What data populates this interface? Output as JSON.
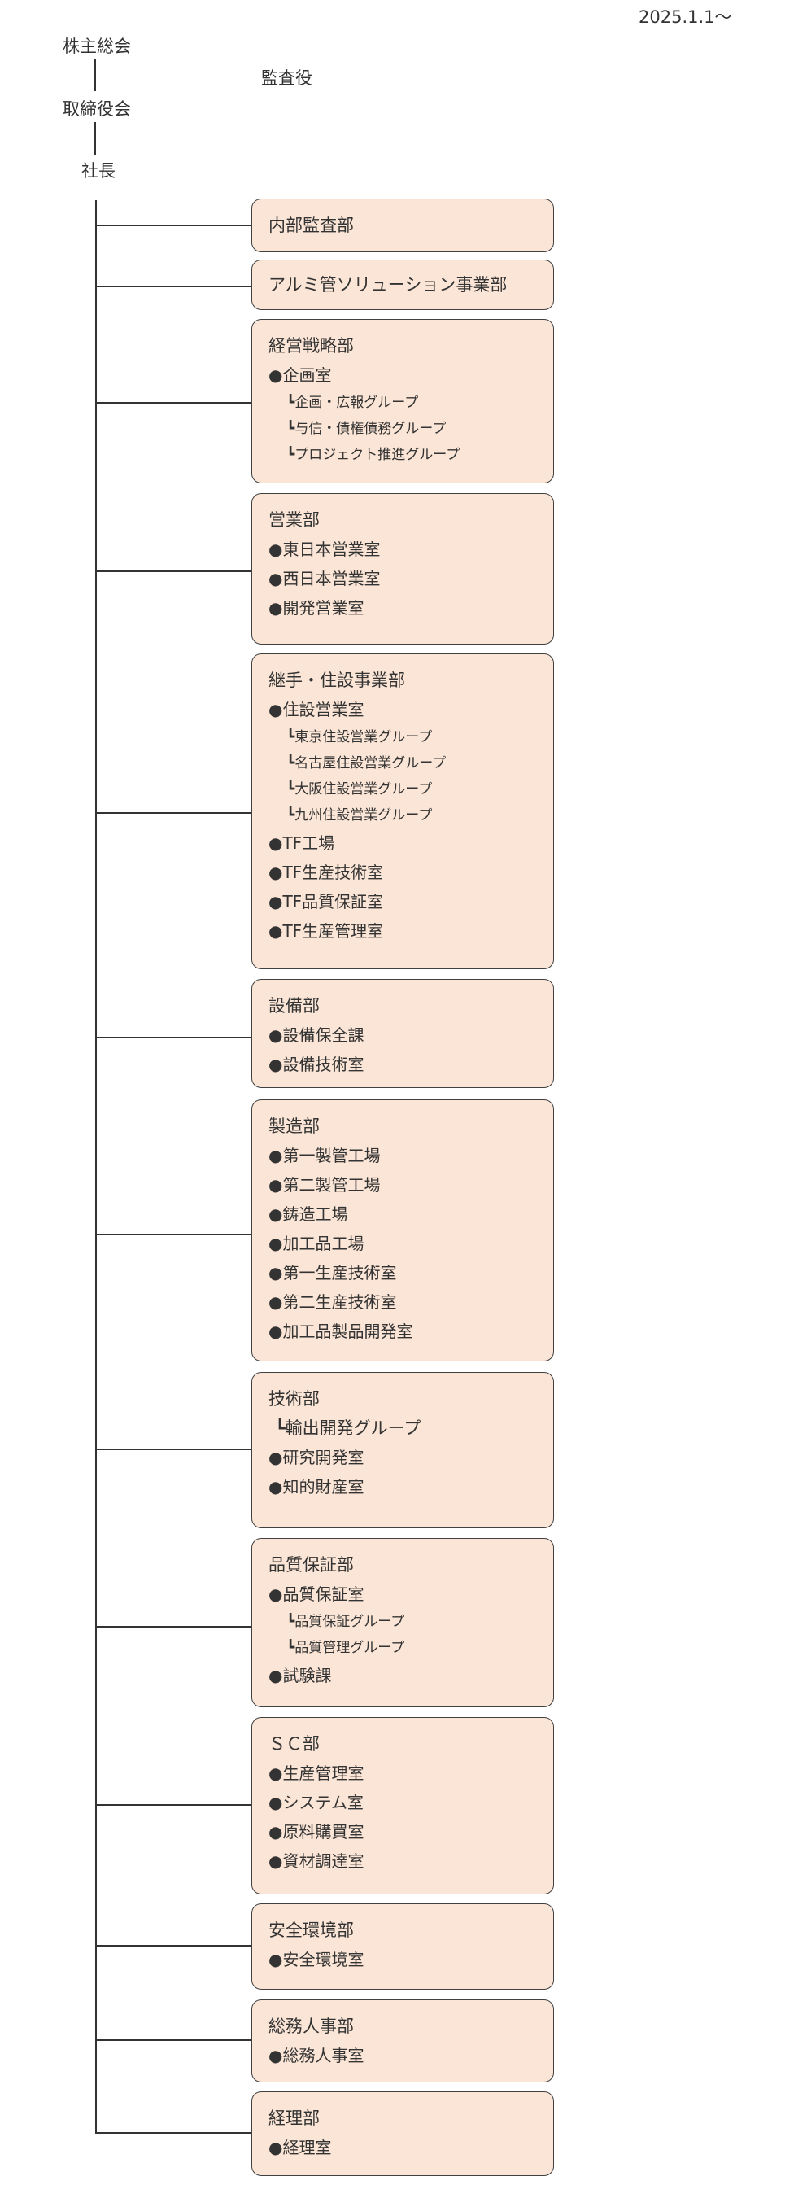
{
  "date": "2025.1.1～",
  "top": {
    "shareholders": "株主総会",
    "board": "取締役会",
    "auditor": "監査役",
    "president": "社長"
  },
  "departments": [
    {
      "title": "内部監査部",
      "items": []
    },
    {
      "title": "アルミ管ソリューション事業部",
      "items": []
    },
    {
      "title": "経営戦略部",
      "items": [
        {
          "kind": "item",
          "text": "●企画室"
        },
        {
          "kind": "sub",
          "text": "┗企画・広報グループ"
        },
        {
          "kind": "sub",
          "text": "┗与信・債権債務グループ"
        },
        {
          "kind": "sub",
          "text": "┗プロジェクト推進グループ"
        }
      ]
    },
    {
      "title": "営業部",
      "items": [
        {
          "kind": "item",
          "text": "●東日本営業室"
        },
        {
          "kind": "item",
          "text": "●西日本営業室"
        },
        {
          "kind": "item",
          "text": "●開発営業室"
        }
      ]
    },
    {
      "title": "継手・住設事業部",
      "items": [
        {
          "kind": "item",
          "text": "●住設営業室"
        },
        {
          "kind": "sub",
          "text": "┗東京住設営業グループ"
        },
        {
          "kind": "sub",
          "text": "┗名古屋住設営業グループ"
        },
        {
          "kind": "sub",
          "text": "┗大阪住設営業グループ"
        },
        {
          "kind": "sub",
          "text": "┗九州住設営業グループ"
        },
        {
          "kind": "item",
          "text": "●TF工場"
        },
        {
          "kind": "item",
          "text": "●TF生産技術室"
        },
        {
          "kind": "item",
          "text": "●TF品質保証室"
        },
        {
          "kind": "item",
          "text": "●TF生産管理室"
        }
      ]
    },
    {
      "title": "設備部",
      "items": [
        {
          "kind": "item",
          "text": "●設備保全課"
        },
        {
          "kind": "item",
          "text": "●設備技術室"
        }
      ]
    },
    {
      "title": "製造部",
      "items": [
        {
          "kind": "item",
          "text": "●第一製管工場"
        },
        {
          "kind": "item",
          "text": "●第二製管工場"
        },
        {
          "kind": "item",
          "text": "●鋳造工場"
        },
        {
          "kind": "item",
          "text": "●加工品工場"
        },
        {
          "kind": "item",
          "text": "●第一生産技術室"
        },
        {
          "kind": "item",
          "text": "●第二生産技術室"
        },
        {
          "kind": "item",
          "text": "●加工品製品開発室"
        }
      ]
    },
    {
      "title": "技術部",
      "items": [
        {
          "kind": "sub2",
          "text": "┗輸出開発グループ"
        },
        {
          "kind": "item",
          "text": "●研究開発室"
        },
        {
          "kind": "item",
          "text": "●知的財産室"
        }
      ]
    },
    {
      "title": "品質保証部",
      "items": [
        {
          "kind": "item",
          "text": "●品質保証室"
        },
        {
          "kind": "sub",
          "text": "┗品質保証グループ"
        },
        {
          "kind": "sub",
          "text": "┗品質管理グループ"
        },
        {
          "kind": "item",
          "text": "●試験課"
        }
      ]
    },
    {
      "title": "ＳＣ部",
      "items": [
        {
          "kind": "item",
          "text": "●生産管理室"
        },
        {
          "kind": "item",
          "text": "●システム室"
        },
        {
          "kind": "item",
          "text": "●原料購買室"
        },
        {
          "kind": "item",
          "text": "●資材調達室"
        }
      ]
    },
    {
      "title": "安全環境部",
      "items": [
        {
          "kind": "item",
          "text": "●安全環境室"
        }
      ]
    },
    {
      "title": "総務人事部",
      "items": [
        {
          "kind": "item",
          "text": "●総務人事室"
        }
      ]
    },
    {
      "title": "経理部",
      "items": [
        {
          "kind": "item",
          "text": "●経理室"
        }
      ]
    }
  ]
}
